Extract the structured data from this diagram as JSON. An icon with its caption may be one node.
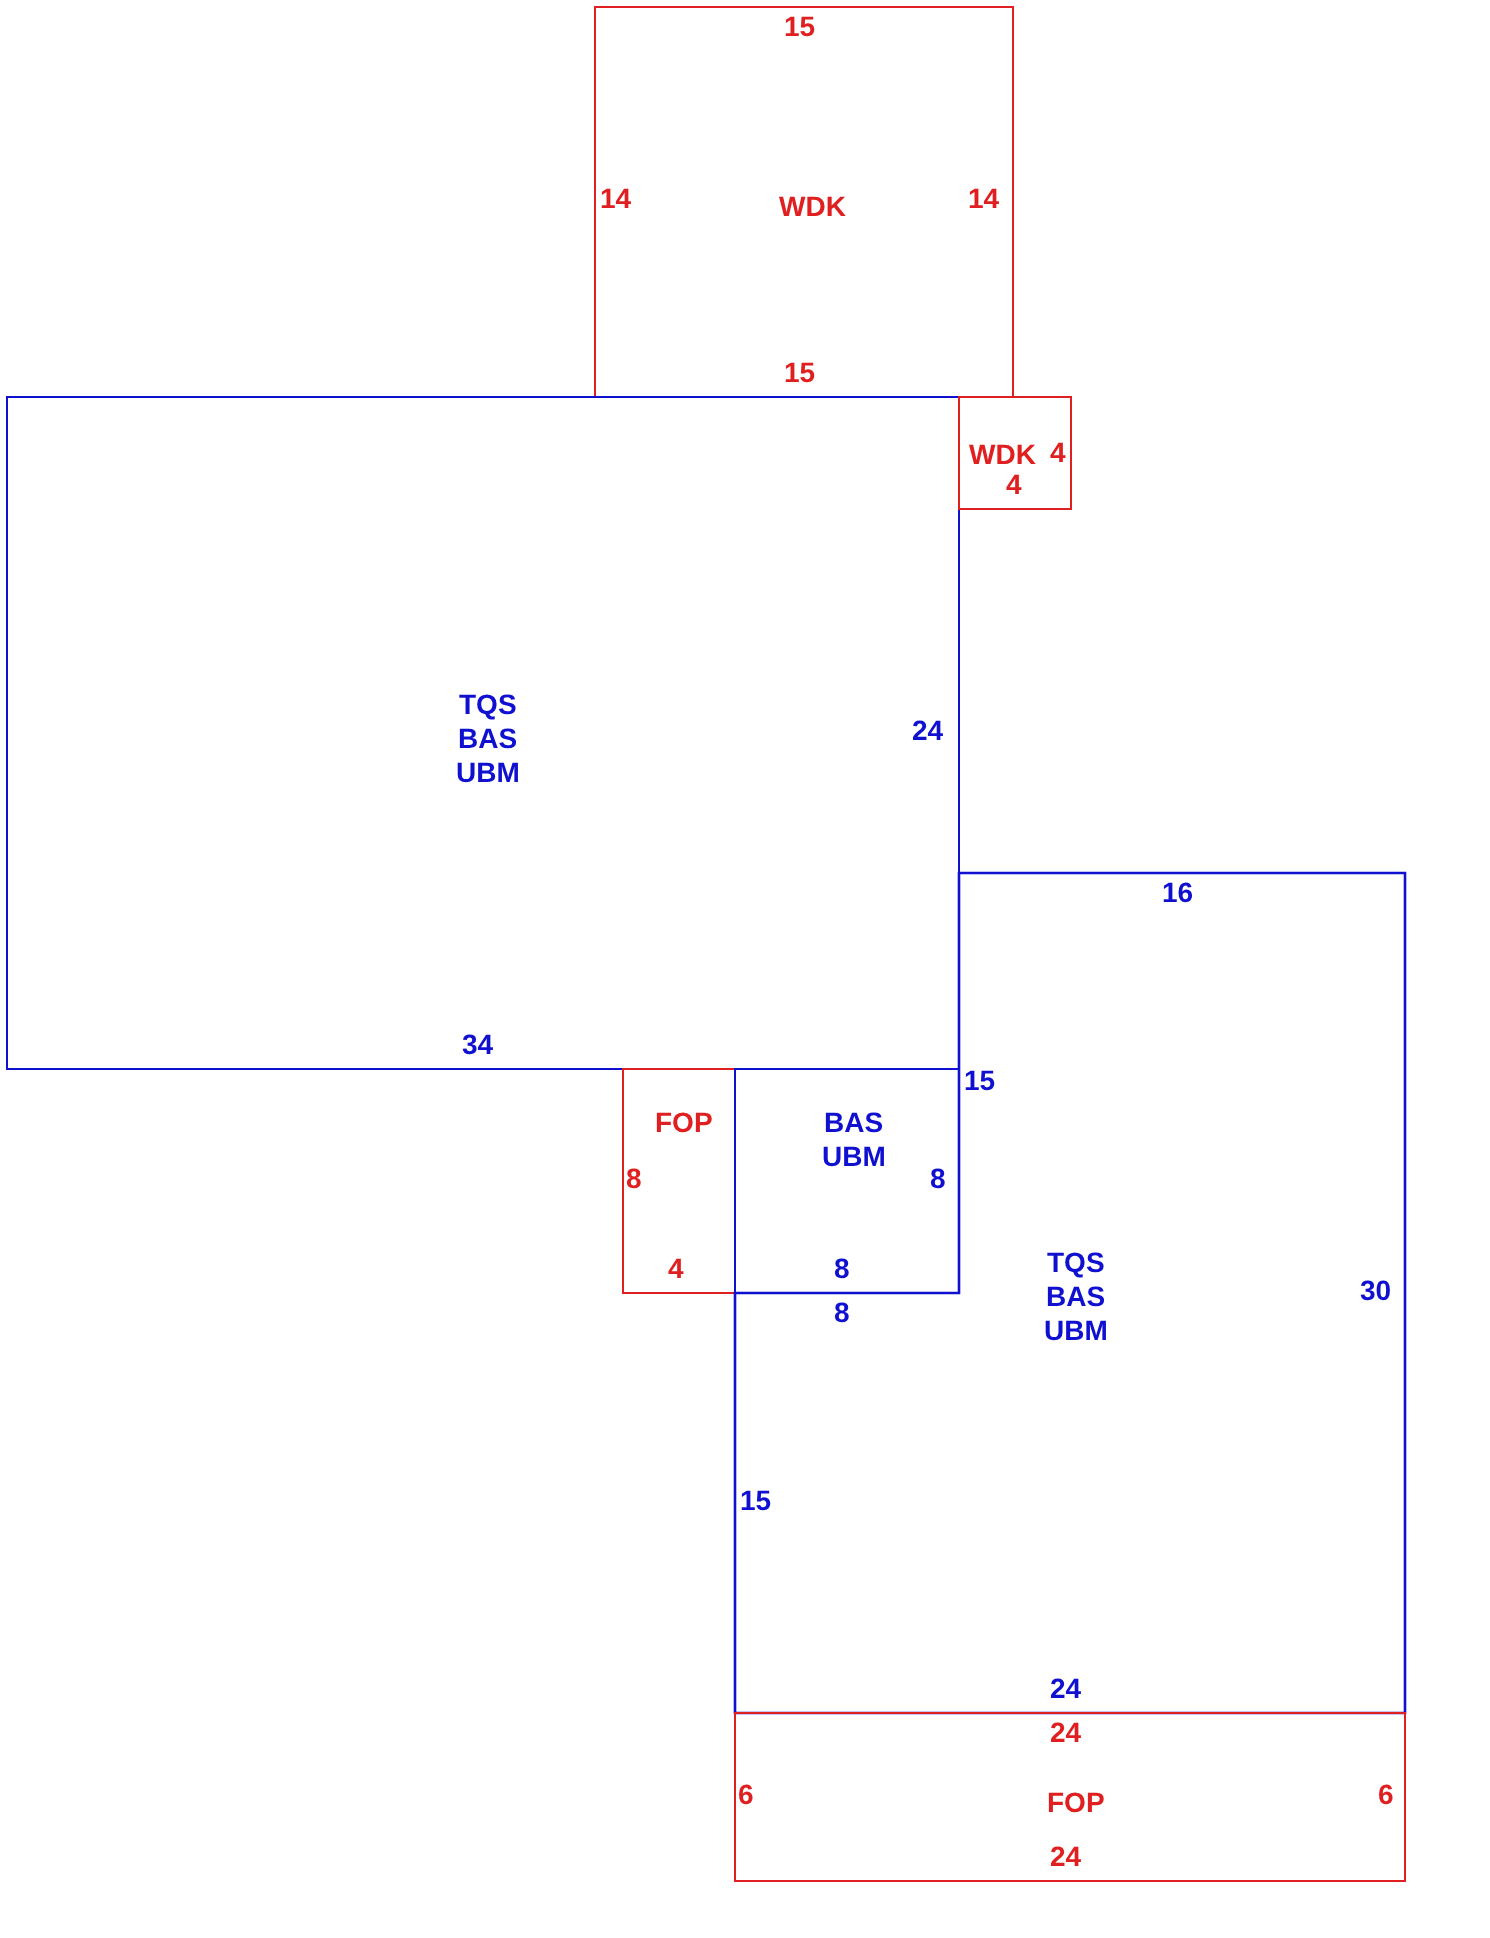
{
  "diagram": {
    "nodes": [
      {
        "text": [
          "WDK"
        ]
      },
      {
        "text": [
          "TQS",
          "BAS",
          "UBM"
        ]
      },
      {
        "text": [
          "WDK"
        ]
      },
      {
        "text": [
          "FOP"
        ]
      },
      {
        "text": [
          "BAS",
          "UBM"
        ]
      },
      {
        "text": [
          "TQS",
          "BAS",
          "UBM"
        ]
      },
      {
        "text": [
          "FOP"
        ]
      }
    ],
    "labels": [
      "15",
      "14",
      "14",
      "15",
      "4",
      "4",
      "24",
      "16",
      "34",
      "15",
      "8",
      "8",
      "4",
      "8",
      "30",
      "8",
      "15",
      "24",
      "24",
      "6",
      "6",
      "24"
    ]
  }
}
